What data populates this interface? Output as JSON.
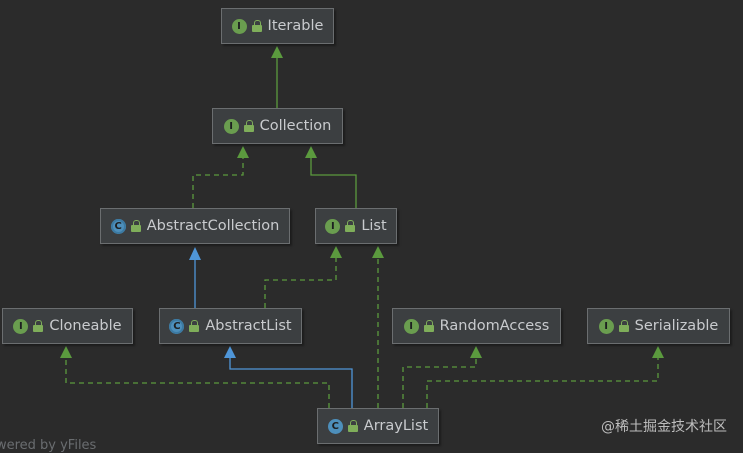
{
  "nodes": {
    "iterable": {
      "label": "Iterable",
      "kind": "I"
    },
    "collection": {
      "label": "Collection",
      "kind": "I"
    },
    "abstract_collection": {
      "label": "AbstractCollection",
      "kind": "C"
    },
    "list": {
      "label": "List",
      "kind": "I"
    },
    "cloneable": {
      "label": "Cloneable",
      "kind": "I"
    },
    "abstract_list": {
      "label": "AbstractList",
      "kind": "C"
    },
    "random_access": {
      "label": "RandomAccess",
      "kind": "I"
    },
    "serializable": {
      "label": "Serializable",
      "kind": "I"
    },
    "array_list": {
      "label": "ArrayList",
      "kind": "C"
    }
  },
  "colors": {
    "implements": "#5b9a3e",
    "extends": "#4f96d8"
  },
  "footer": "owered by yFiles",
  "watermark": "@稀土掘金技术社区"
}
